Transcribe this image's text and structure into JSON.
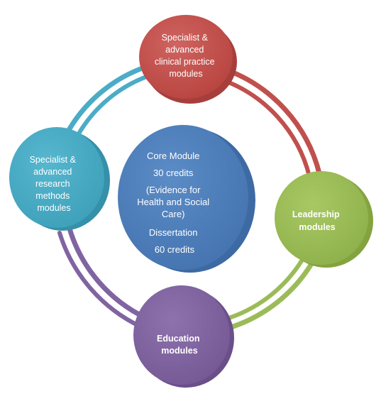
{
  "nodes": {
    "clinical": {
      "lines": [
        "Specialist &",
        "advanced",
        "clinical practice",
        "modules"
      ],
      "color": "#c0504d"
    },
    "leadership": {
      "lines": [
        "Leadership",
        "modules"
      ],
      "color": "#9bbb59"
    },
    "education": {
      "lines": [
        "Education",
        "modules"
      ],
      "color": "#8064a2"
    },
    "research": {
      "lines": [
        "Specialist &",
        "advanced",
        "research",
        "methods",
        "modules"
      ],
      "color": "#4bacc6"
    },
    "core": {
      "lines": [
        "Core Module",
        "30 credits",
        "(Evidence for",
        "Health and Social",
        "Care)",
        "Dissertation",
        "60 credits"
      ],
      "color": "#4f81bd"
    }
  }
}
